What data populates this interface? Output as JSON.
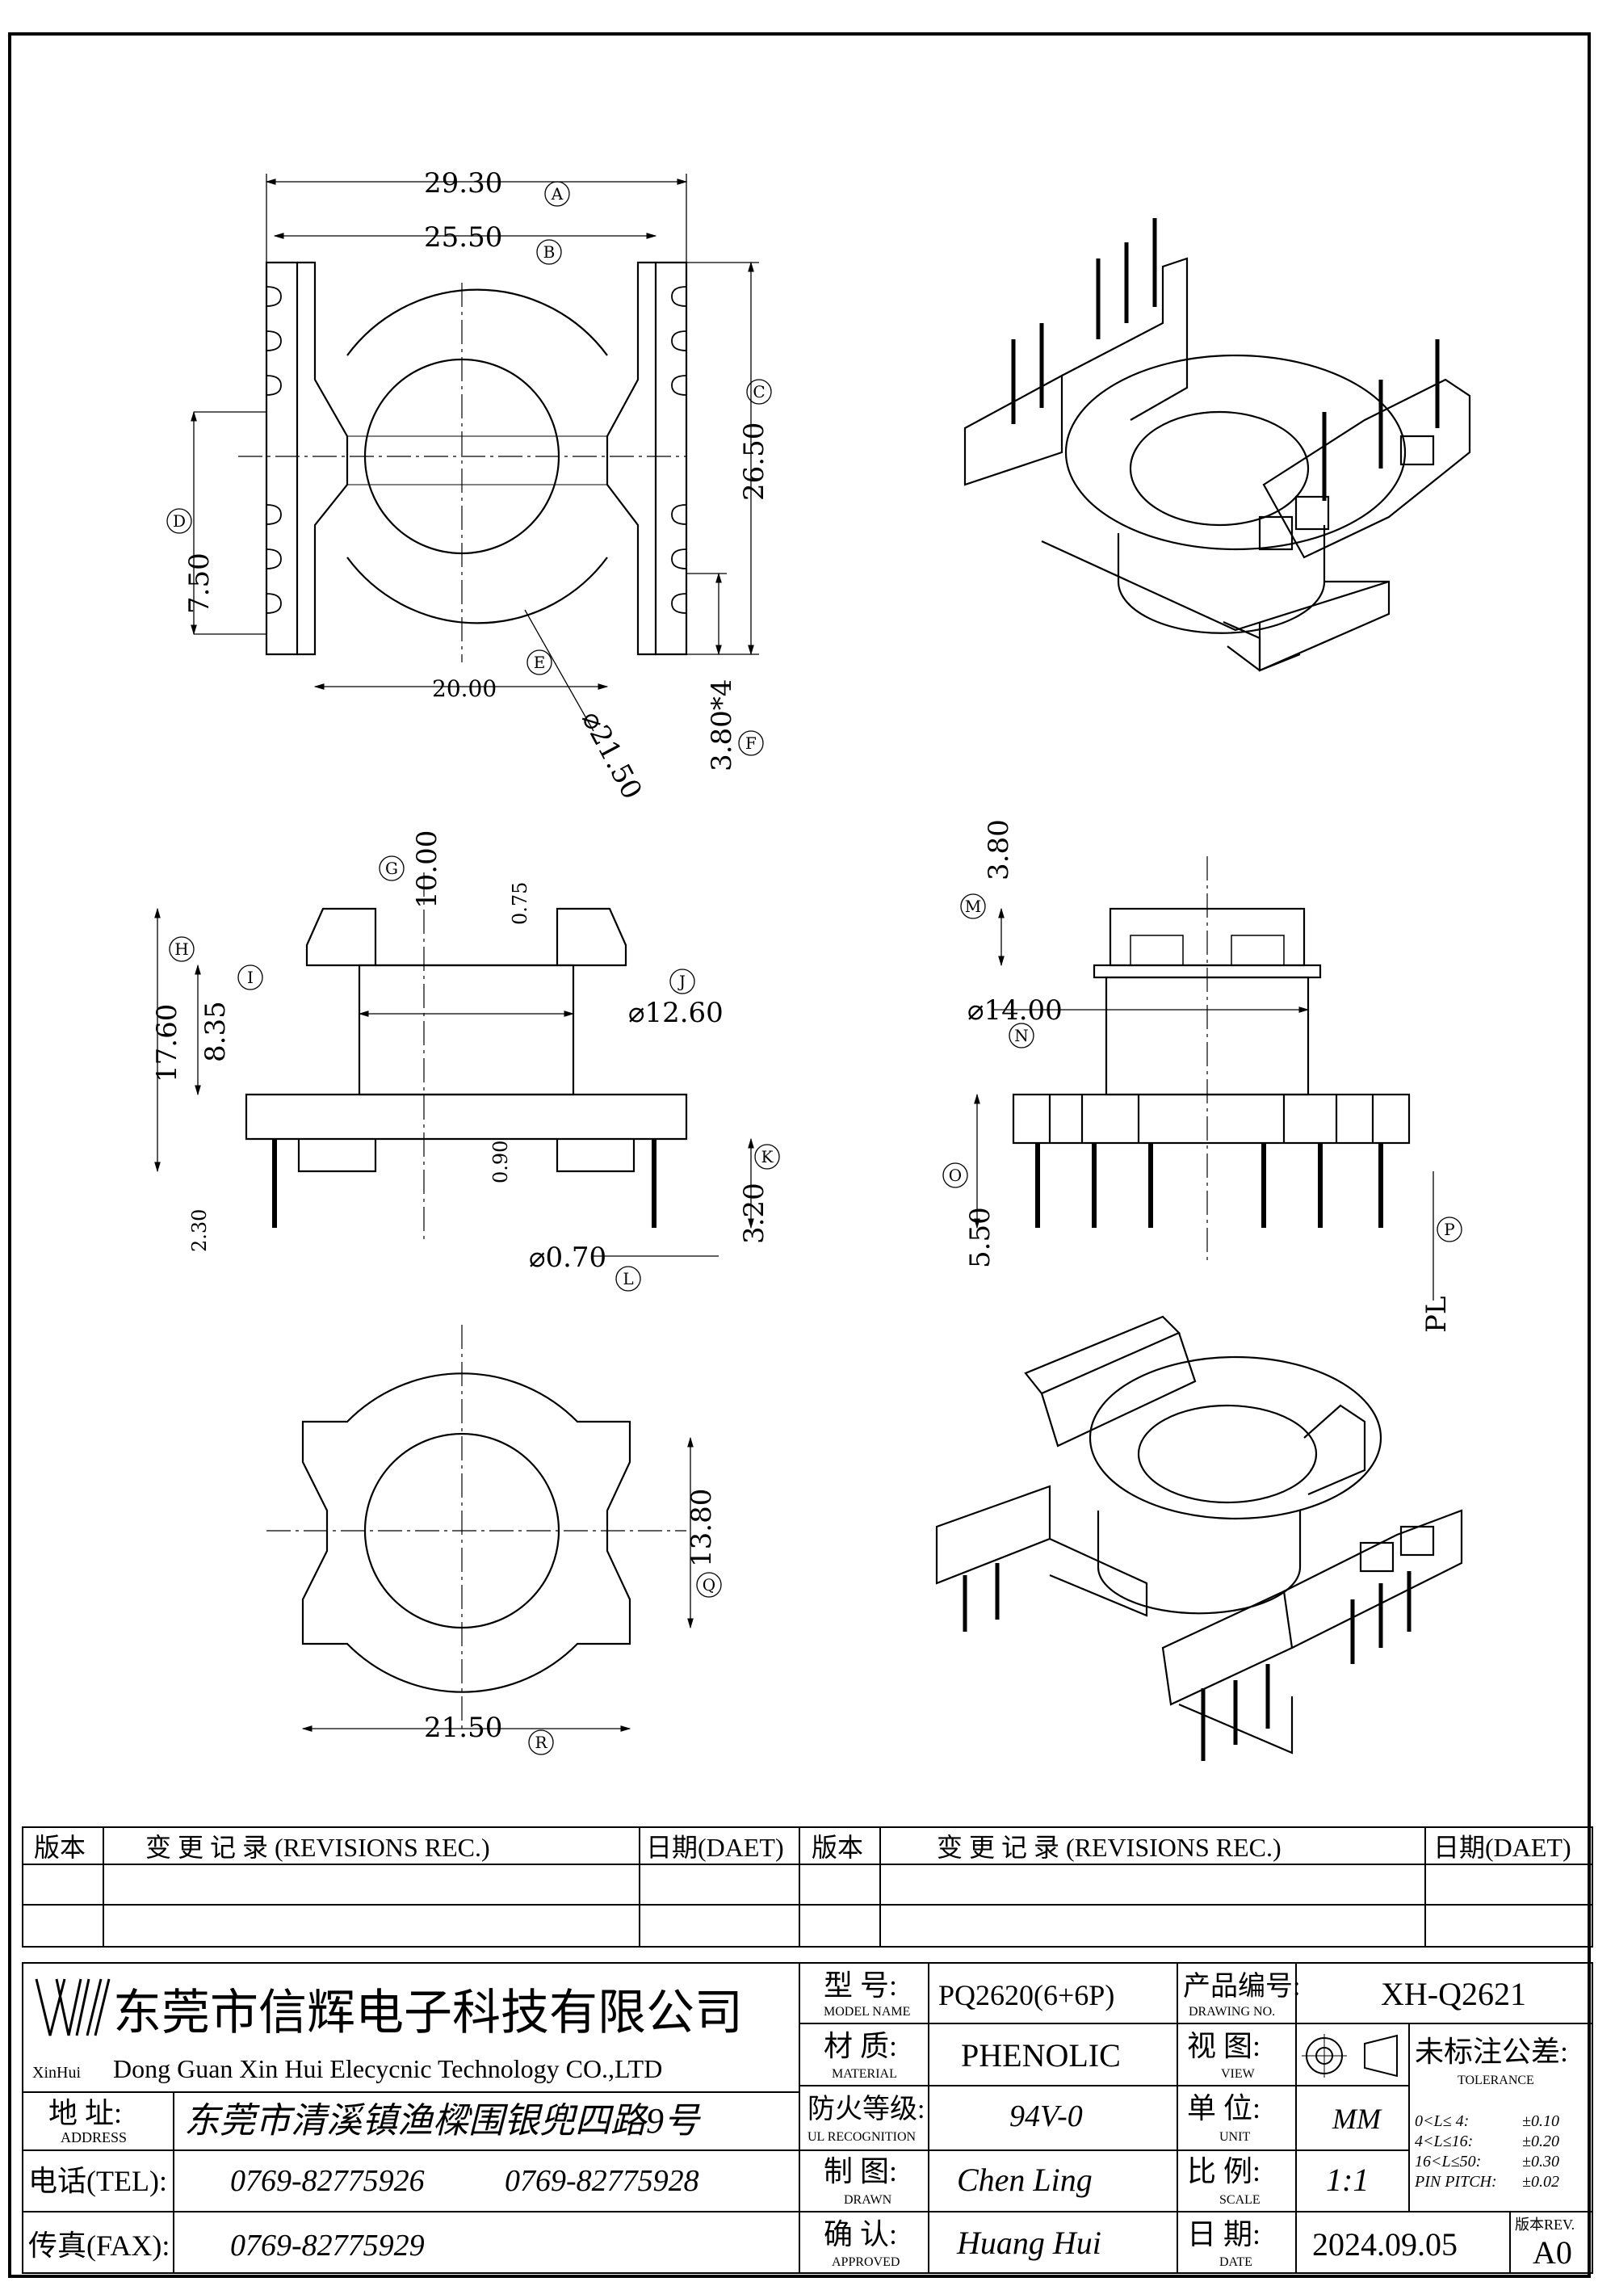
{
  "dimensions": {
    "top_overall_width": "29.30",
    "top_inner_width": "25.50",
    "top_height": "26.50",
    "top_pin_group": "7.50",
    "top_slot_width": "20.00",
    "top_round_dia": "⌀21.50",
    "top_pin_pitch": "3.80*4",
    "front_height_total": "17.60",
    "front_flange_gap": "10.00",
    "front_wall": "0.75",
    "front_winding": "8.35",
    "front_core_dia": "⌀12.60",
    "front_base_wall": "0.90",
    "front_pin_len": "3.20",
    "front_standoff": "2.30",
    "front_pin_dia": "⌀0.70",
    "side_top": "3.80",
    "side_core_dia": "⌀14.00",
    "side_pin_len": "5.50",
    "side_pl": "PL",
    "bottom_height": "13.80",
    "bottom_width": "21.50"
  },
  "markers": {
    "A": "A",
    "B": "B",
    "C": "C",
    "D": "D",
    "E": "E",
    "F": "F",
    "G": "G",
    "H": "H",
    "I": "I",
    "J": "J",
    "K": "K",
    "L": "L",
    "M": "M",
    "N": "N",
    "O": "O",
    "P": "P",
    "Q": "Q",
    "R": "R"
  },
  "revisions": {
    "ver": "版本",
    "record": "变 更 记 录  (REVISIONS REC.)",
    "date": "日期(DAET)"
  },
  "company": {
    "logo_text": "XinHui",
    "name_cn": "东莞市信辉电子科技有限公司",
    "name_en": "Dong Guan Xin Hui Elecycnic Technology CO.,LTD",
    "address_label": "地  址:",
    "address_label_en": "ADDRESS",
    "address": "东莞市清溪镇渔樑围银兜四路9号",
    "tel_label": "电话(TEL):",
    "tel1": "0769-82775926",
    "tel2": "0769-82775928",
    "fax_label": "传真(FAX):",
    "fax": "0769-82775929"
  },
  "fields": {
    "model_label": "型  号:",
    "model_label_en": "MODEL NAME",
    "model": "PQ2620(6+6P)",
    "material_label": "材  质:",
    "material_label_en": "MATERIAL",
    "material": "PHENOLIC",
    "ul_label": "防火等级:",
    "ul_label_en": "UL RECOGNITION",
    "ul": "94V-0",
    "drawn_label": "制  图:",
    "drawn_label_en": "DRAWN",
    "drawn": "Chen Ling",
    "approved_label": "确  认:",
    "approved_label_en": "APPROVED",
    "approved": "Huang Hui",
    "drawing_no_label": "产品编号:",
    "drawing_no_label_en": "DRAWING NO.",
    "drawing_no": "XH-Q2621",
    "view_label": "视  图:",
    "view_label_en": "VIEW",
    "unit_label": "单  位:",
    "unit_label_en": "UNIT",
    "unit": "MM",
    "scale_label": "比  例:",
    "scale_label_en": "SCALE",
    "scale": "1:1",
    "date_label": "日  期:",
    "date_label_en": "DATE",
    "date": "2024.09.05",
    "tol_label": "未标注公差:",
    "tol_label_en": "TOLERANCE",
    "tol_rows": [
      {
        "range": "0<L≤ 4:",
        "value": "±0.10"
      },
      {
        "range": "4<L≤16:",
        "value": "±0.20"
      },
      {
        "range": "16<L≤50:",
        "value": "±0.30"
      },
      {
        "range": "PIN PITCH:",
        "value": "±0.02"
      }
    ],
    "rev_label": "版本REV.",
    "rev": "A0"
  }
}
